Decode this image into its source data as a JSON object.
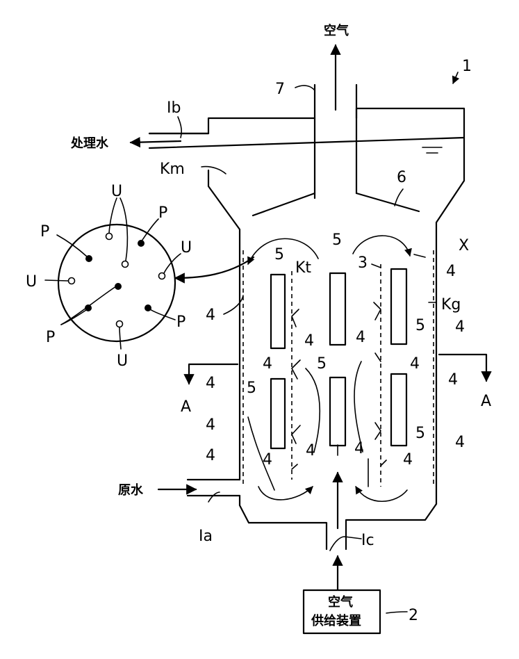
{
  "labels": {
    "air_top": "空气",
    "treated_water": "处理水",
    "raw_water": "原水",
    "air_supply_line1": "空气",
    "air_supply_line2": "供给装置",
    "ref_1": "1",
    "ref_2": "2",
    "ref_3": "3",
    "ref_6": "6",
    "ref_7": "7",
    "ref_1a": "Ia",
    "ref_1b": "Ib",
    "ref_1c": "Ic",
    "ref_Km": "Km",
    "ref_Kt": "Kt",
    "ref_Kg": "Kg",
    "ref_X": "X",
    "ref_A": "A",
    "ref_4": "4",
    "ref_5": "5",
    "ref_U": "U",
    "ref_P": "P"
  }
}
